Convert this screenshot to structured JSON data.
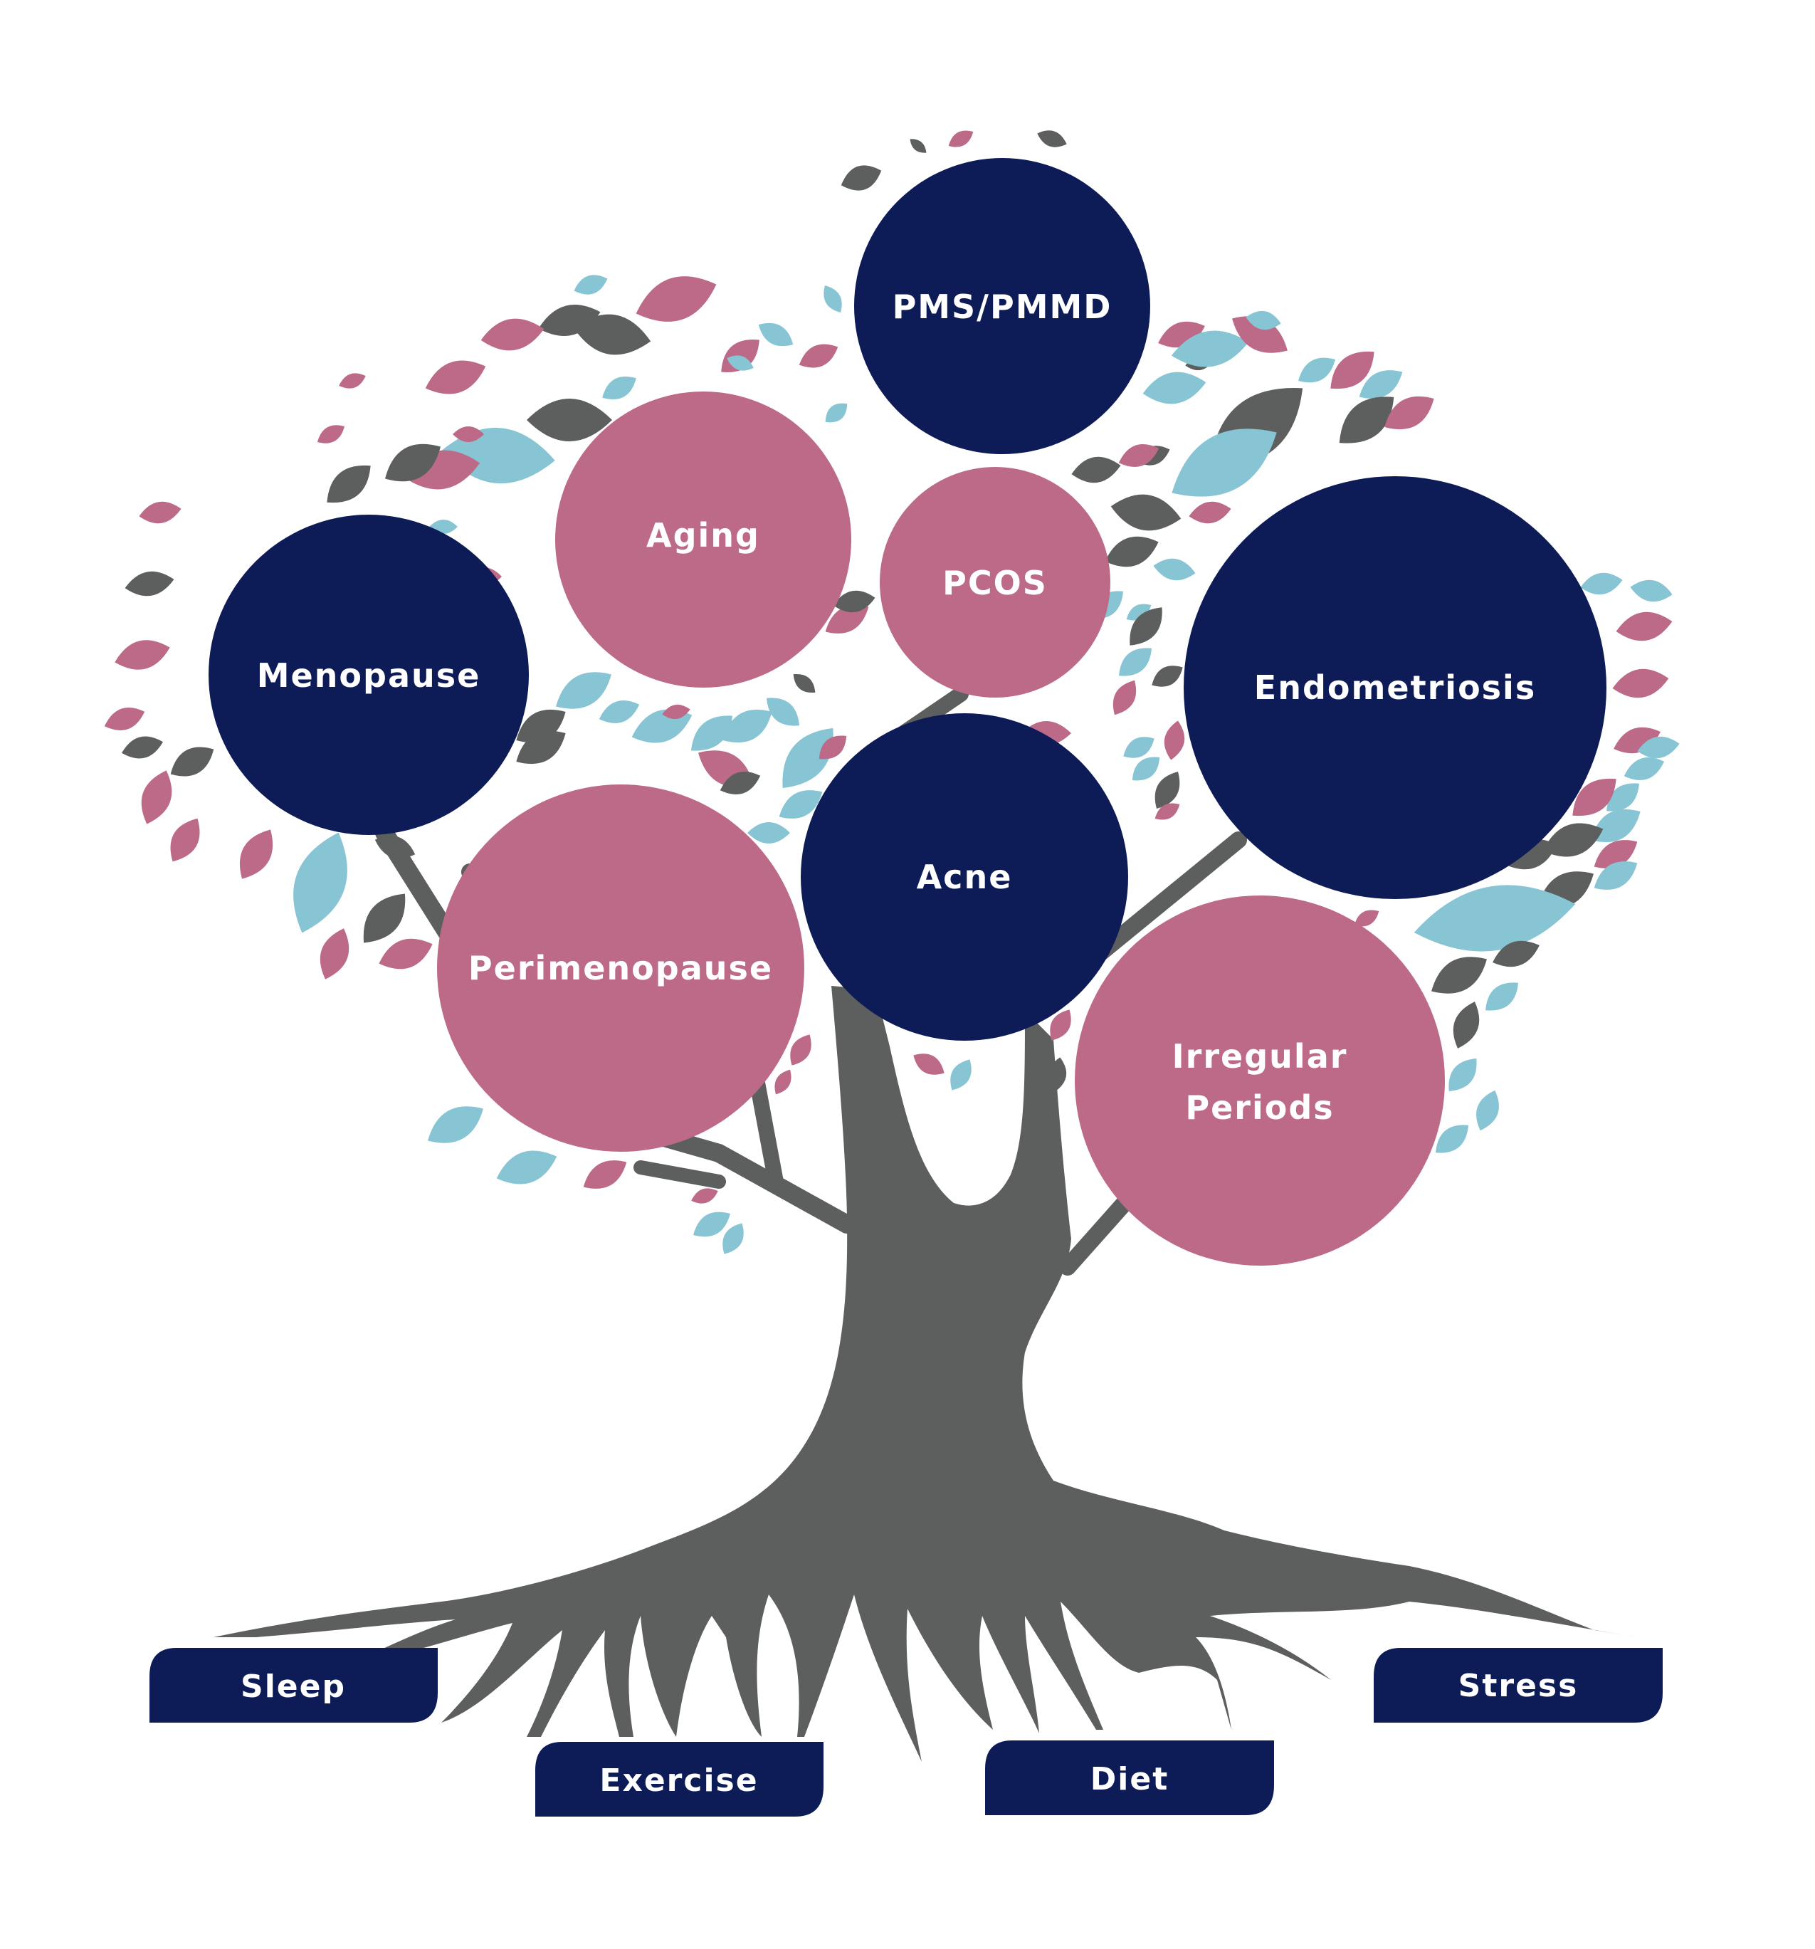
{
  "title": "Hormone health tree",
  "colors": {
    "navy": "#0d1b57",
    "pink": "#bd6a89",
    "teal": "#88c5d4",
    "gray": "#5d5f5e",
    "text": "#ffffff",
    "background": "#ffffff"
  },
  "conditions": [
    {
      "id": "pms",
      "label_lines": [
        "PMS/PMMD"
      ],
      "color": "navy"
    },
    {
      "id": "aging",
      "label_lines": [
        "Aging"
      ],
      "color": "pink"
    },
    {
      "id": "pcos",
      "label_lines": [
        "PCOS"
      ],
      "color": "pink"
    },
    {
      "id": "menopause",
      "label_lines": [
        "Menopause"
      ],
      "color": "navy"
    },
    {
      "id": "endometriosis",
      "label_lines": [
        "Endometriosis"
      ],
      "color": "navy"
    },
    {
      "id": "acne",
      "label_lines": [
        "Acne"
      ],
      "color": "navy"
    },
    {
      "id": "perimenopause",
      "label_lines": [
        "Perimenopause"
      ],
      "color": "pink"
    },
    {
      "id": "irregular-periods",
      "label_lines": [
        "Irregular",
        "Periods"
      ],
      "color": "pink"
    }
  ],
  "roots": [
    {
      "id": "sleep",
      "label": "Sleep"
    },
    {
      "id": "exercise",
      "label": "Exercise"
    },
    {
      "id": "diet",
      "label": "Diet"
    },
    {
      "id": "stress",
      "label": "Stress"
    }
  ]
}
